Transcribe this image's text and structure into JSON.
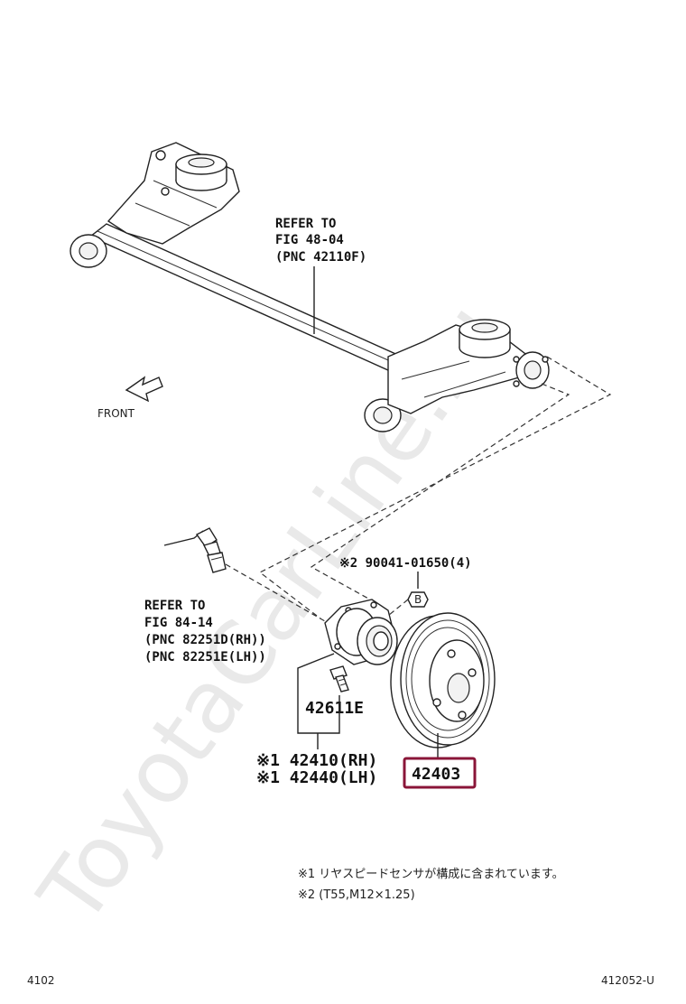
{
  "watermark": "ToyotaCarLine.ru",
  "refer_axle": {
    "line1": "REFER TO",
    "line2": "FIG 48-04",
    "line3": "(PNC 42110F)"
  },
  "refer_sensor": {
    "line1": "REFER TO",
    "line2": "FIG 84-14",
    "line3": "(PNC 82251D(RH))",
    "line4": "(PNC 82251E(LH))"
  },
  "front_label": "FRONT",
  "bolt_note": "※2 90041-01650(4)",
  "bolt_marker": "B",
  "hub_bolt": "42611E",
  "hub_rh": "※1 42410(RH)",
  "hub_lh": "※1 42440(LH)",
  "drum_part": "42403",
  "drum_highlight_color": "#8a1538",
  "notes": {
    "note1": "※1 リヤスピードセンサが構成に含まれています。",
    "note2": "※2 (T55,M12×1.25)"
  },
  "footer": {
    "left": "4102",
    "right": "412052-U"
  }
}
